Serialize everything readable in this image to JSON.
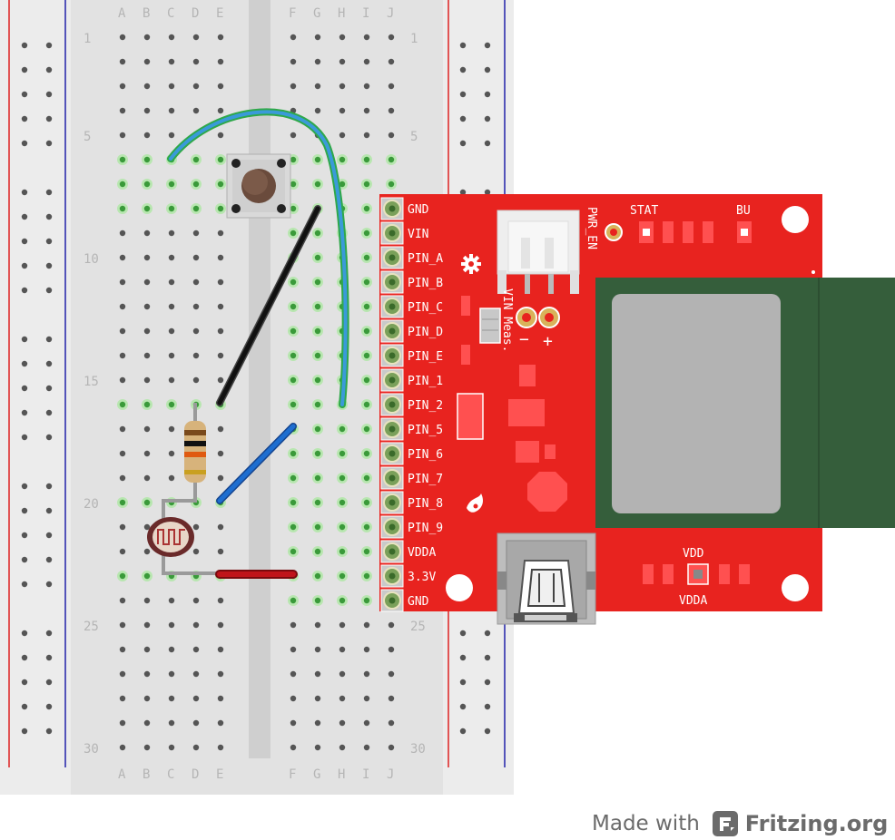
{
  "breadboard": {
    "columns_left": [
      "A",
      "B",
      "C",
      "D",
      "E"
    ],
    "columns_right": [
      "F",
      "G",
      "H",
      "I",
      "J"
    ],
    "row_labels": [
      "1",
      "5",
      "10",
      "15",
      "20",
      "25",
      "30"
    ]
  },
  "board": {
    "pins": [
      "GND",
      "VIN",
      "PIN_A",
      "PIN_B",
      "PIN_C",
      "PIN_D",
      "PIN_E",
      "PIN_1",
      "PIN_2",
      "PIN_5",
      "PIN_6",
      "PIN_7",
      "PIN_8",
      "PIN_9",
      "VDDA",
      "3.3V",
      "GND"
    ],
    "labels": {
      "pwr_en": "PWR_EN",
      "stat": "STAT",
      "bu": "BU",
      "vin_meas": "VIN Meas.",
      "minus": "−",
      "plus": "+",
      "vdd": "VDD",
      "vdda": "VDDA"
    },
    "colors": {
      "pcb": "#e8231f",
      "module": "#355e3b",
      "module_face": "#b3b3b3"
    }
  },
  "wires": {
    "colors": {
      "green_blue": "#3a9ad9",
      "black": "#222222",
      "blue": "#1e6ed0",
      "red": "#c0141a"
    }
  },
  "footer": {
    "made_with": "Made with",
    "brand": "Fritzing.org"
  }
}
